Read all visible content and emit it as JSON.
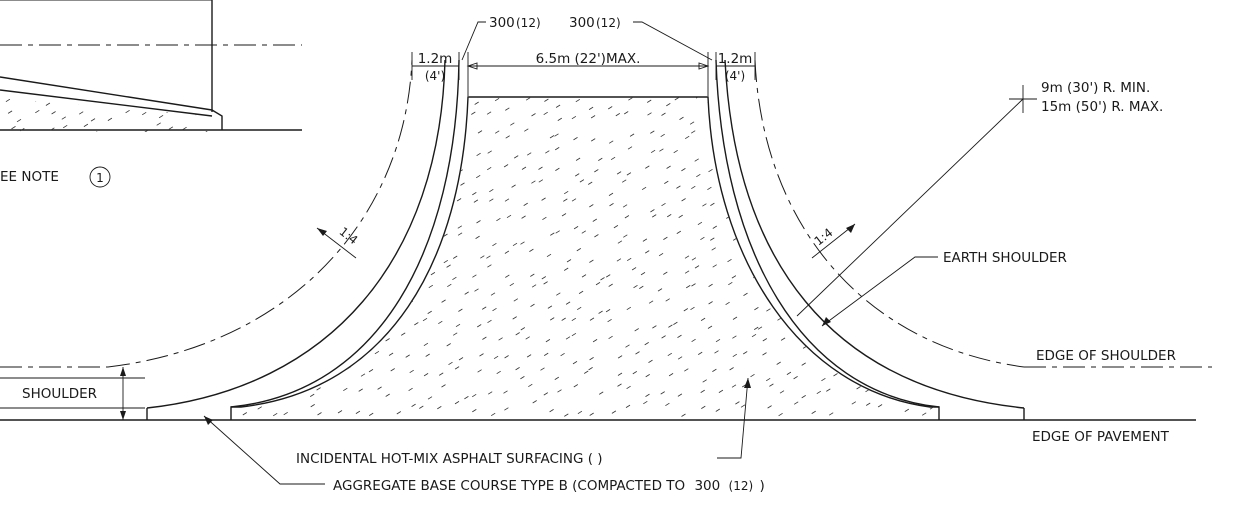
{
  "dimensions": {
    "left_offset": "300",
    "left_offset_unit": "(12)",
    "right_offset": "300",
    "right_offset_unit": "(12)",
    "left_width": "1.2m",
    "left_width_imperial": "(4')",
    "center_width": "6.5m (22')MAX.",
    "right_width": "1.2m",
    "right_width_imperial": "(4')"
  },
  "radius": {
    "min": "9m (30') R. MIN.",
    "max": "15m (50') R. MAX."
  },
  "slopes": {
    "left": "1:4",
    "right": "1:4"
  },
  "labels": {
    "see_note": "EE NOTE",
    "note_number": "1",
    "shoulder": "SHOULDER",
    "earth_shoulder": "EARTH SHOULDER",
    "edge_of_shoulder": "EDGE OF SHOULDER",
    "edge_of_pavement": "EDGE OF PAVEMENT",
    "surfacing": "INCIDENTAL HOT-MIX ASPHALT SURFACING (   )",
    "base_course_prefix": "AGGREGATE BASE COURSE TYPE B (COMPACTED TO",
    "base_course_value": "300",
    "base_course_unit": "(12)",
    "base_course_suffix": ")"
  }
}
